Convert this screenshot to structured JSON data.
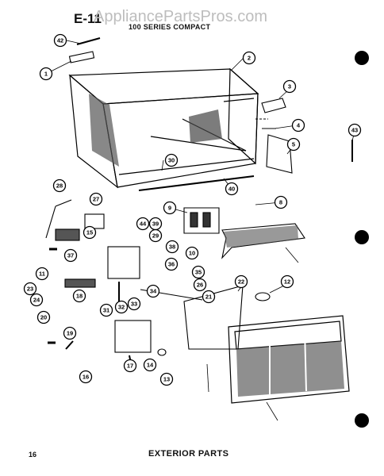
{
  "header": {
    "code": "E-11",
    "series": "100 SERIES COMPACT",
    "watermark": "AppliancePartsPros.com"
  },
  "footer": {
    "page_number": "16",
    "section_title": "EXTERIOR PARTS"
  },
  "callouts": [
    "42",
    "1",
    "2",
    "3",
    "4",
    "5",
    "43",
    "30",
    "40",
    "28",
    "27",
    "9",
    "8",
    "10",
    "44",
    "39",
    "29",
    "15",
    "37",
    "38",
    "36",
    "35",
    "26",
    "11",
    "12",
    "22",
    "23",
    "24",
    "18",
    "31",
    "32",
    "33",
    "34",
    "21",
    "20",
    "19",
    "16",
    "17",
    "14",
    "13"
  ]
}
